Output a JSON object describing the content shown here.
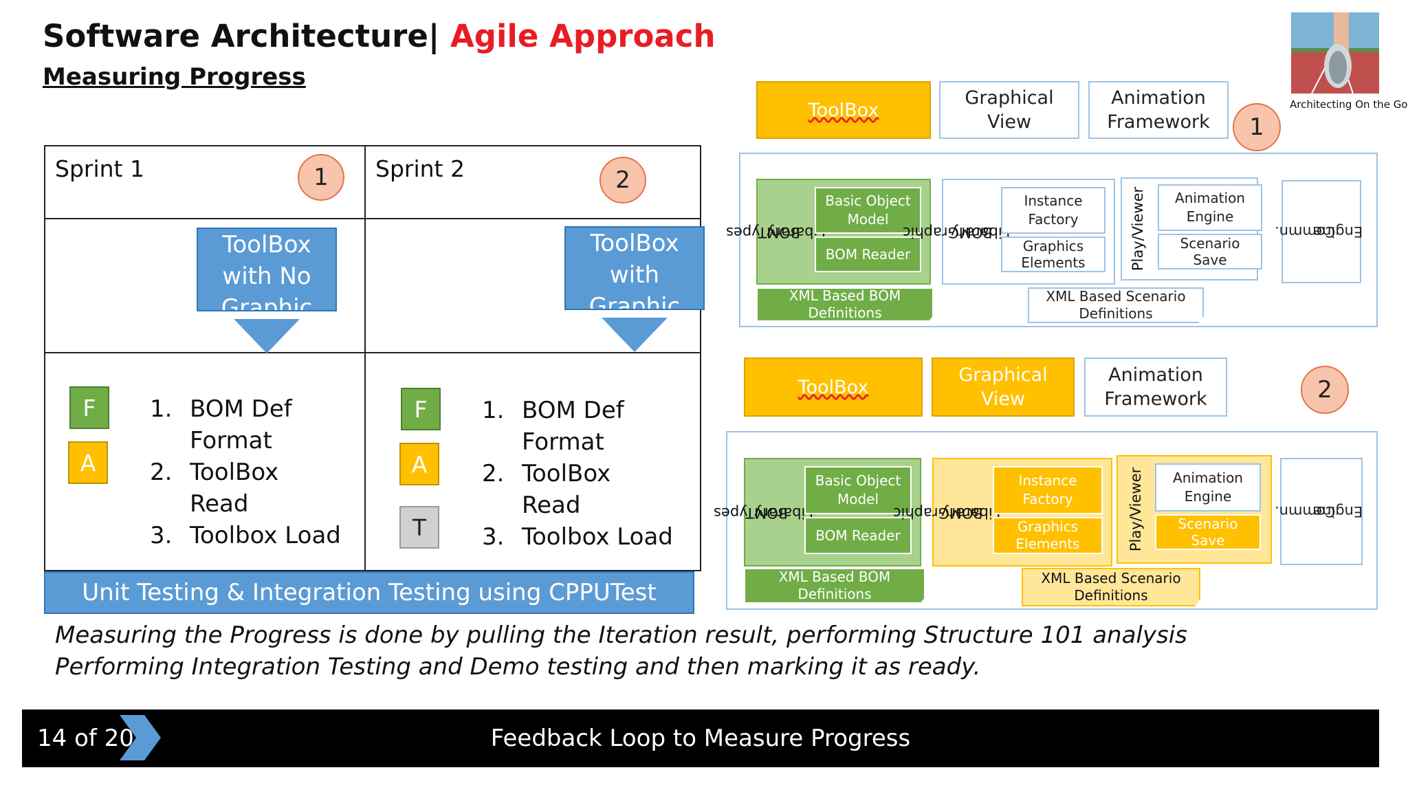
{
  "slide": {
    "title_main": "Software Architecture|",
    "title_accent": "Agile Approach",
    "subtitle": "Measuring Progress",
    "accent_color": "#e81c24"
  },
  "sprints": [
    {
      "header": "Sprint 1",
      "number": "1",
      "arrow_lines": [
        "ToolBox",
        "with No",
        "Graphic"
      ],
      "tags": [
        "F",
        "A"
      ],
      "items": [
        {
          "num": "1.",
          "lines": [
            "BOM Def",
            "Format"
          ]
        },
        {
          "num": "2.",
          "lines": [
            "ToolBox",
            "Read"
          ]
        },
        {
          "num": "3.",
          "lines": [
            "Toolbox Load"
          ]
        }
      ]
    },
    {
      "header": "Sprint 2",
      "number": "2",
      "arrow_lines": [
        "ToolBox",
        "with",
        "Graphic"
      ],
      "tags": [
        "F",
        "A",
        "T"
      ],
      "items": [
        {
          "num": "1.",
          "lines": [
            "BOM Def",
            "Format"
          ]
        },
        {
          "num": "2.",
          "lines": [
            "ToolBox",
            "Read"
          ]
        },
        {
          "num": "3.",
          "lines": [
            "Toolbox Load"
          ]
        }
      ]
    }
  ],
  "testing_banner": "Unit Testing & Integration Testing using CPPUTest",
  "caption": [
    "Measuring the Progress is done by pulling the Iteration result, performing Structure 101 analysis",
    "Performing Integration Testing and Demo testing and then marking it as ready."
  ],
  "footer": {
    "page": "14",
    "of_label": "of",
    "total": "20",
    "title": "Feedback Loop to Measure Progress"
  },
  "thumbnail_caption": "Architecting On the Go",
  "diagrams": [
    {
      "number": "1",
      "top": {
        "toolbox": "ToolBox",
        "graphical_view": [
          "Graphical",
          "View"
        ],
        "animation": [
          "Animation",
          "Framework"
        ]
      },
      "bomtypes": [
        "BOMTypes",
        "Libarary"
      ],
      "basic_object_model": [
        "Basic Object",
        "Model"
      ],
      "bom_reader": "BOM Reader",
      "xml_bom": [
        "XML Based BOM",
        "Definitions"
      ],
      "bomgraphic": [
        "BOMGraphic",
        "Libarary"
      ],
      "instance_factory": [
        "Instance",
        "Factory"
      ],
      "graphics_elements": [
        "Graphics",
        "Elements"
      ],
      "xml_scenario": [
        "XML Based Scenario",
        "Definitions"
      ],
      "play_viewer": "Play/Viewer",
      "animation_engine": [
        "Animation",
        "Engine"
      ],
      "scenario_save": [
        "Scenario",
        "Save"
      ],
      "comm_engine": [
        "Commn.",
        "Engine"
      ]
    },
    {
      "number": "2",
      "top": {
        "toolbox": "ToolBox",
        "graphical_view": [
          "Graphical",
          "View"
        ],
        "animation": [
          "Animation",
          "Framework"
        ]
      },
      "bomtypes": [
        "BOMTypes",
        "Libarary"
      ],
      "basic_object_model": [
        "Basic Object",
        "Model"
      ],
      "bom_reader": "BOM Reader",
      "xml_bom": [
        "XML Based BOM",
        "Definitions"
      ],
      "bomgraphic": [
        "BOMGraphic",
        "Libarary"
      ],
      "instance_factory": [
        "Instance",
        "Factory"
      ],
      "graphics_elements": [
        "Graphics",
        "Elements"
      ],
      "xml_scenario": [
        "XML Based Scenario",
        "Definitions"
      ],
      "play_viewer": "Play/Viewer",
      "animation_engine": [
        "Animation",
        "Engine"
      ],
      "scenario_save": [
        "Scenario",
        "Save"
      ],
      "comm_engine": [
        "Commn.",
        "Engine"
      ]
    }
  ]
}
